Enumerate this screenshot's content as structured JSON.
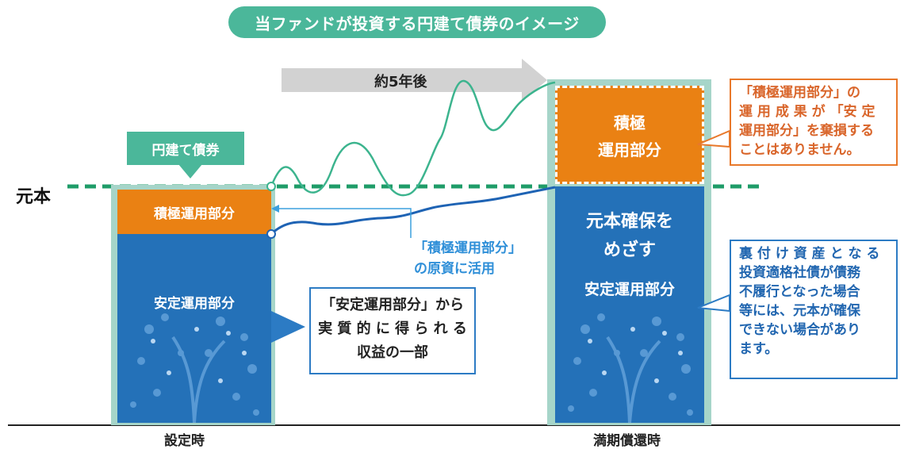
{
  "title": "当ファンドが投資する円建て債券のイメージ",
  "period_label": "約5年後",
  "bond_tag": "円建て債券",
  "principal_label": "元本",
  "left_column": {
    "active_part": "積極運用部分",
    "stable_part": "安定運用部分",
    "axis_label": "設定時"
  },
  "right_column": {
    "active_lines": [
      "積極",
      "運用部分"
    ],
    "goal_lines": [
      "元本確保を",
      "めざす"
    ],
    "stable_part": "安定運用部分",
    "axis_label": "満期償還時"
  },
  "usage_lines": [
    "「積極運用部分」",
    "の原資に活用"
  ],
  "center_note_lines": [
    "「安定運用部分」から",
    "実 質 的 に 得 ら れ る",
    "収益の一部"
  ],
  "note_orange_lines": [
    "「積極運用部分」の",
    "運 用 成 果 が 「安 定",
    "運用部分」を棄損する",
    "ことはありません。"
  ],
  "note_blue_lines": [
    "裏 付 け 資 産 と な る",
    "投資適格社債が債務",
    "不履行となった場合",
    "等には、元本が確保",
    "できない場合があり",
    "ます。"
  ],
  "colors": {
    "teal": "#4bb79a",
    "orange": "#ea8113",
    "blue": "#2471b8",
    "pale_teal": "#a6d5c9",
    "dashed_green": "#1f9c68",
    "active_line": "#3cb48e",
    "stable_line": "#1e63b4"
  }
}
